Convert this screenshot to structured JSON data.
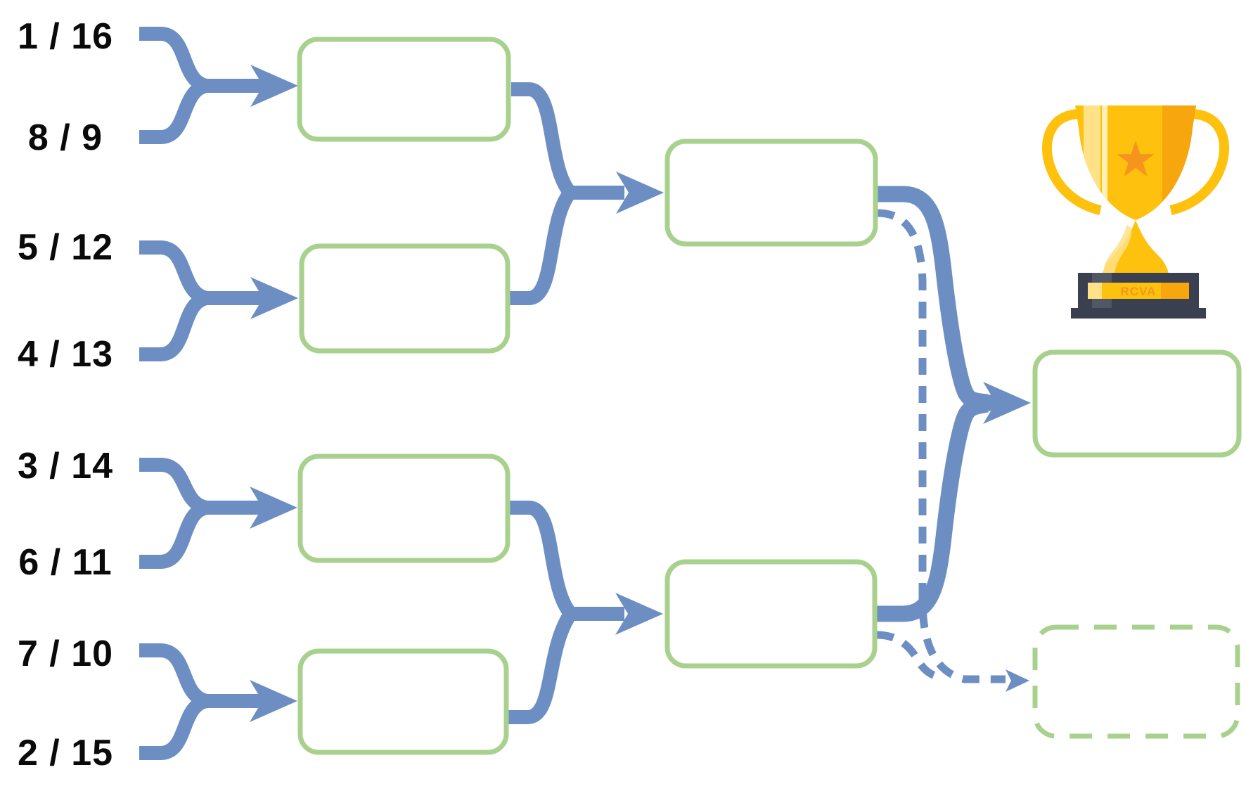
{
  "bracket": {
    "seeds": [
      "1 / 16",
      "8 / 9",
      "5 / 12",
      "4 / 13",
      "3 / 14",
      "6 / 11",
      "7 / 10",
      "2 / 15"
    ],
    "rounds": {
      "quarterfinal_slots": 4,
      "semifinal_slots": 2,
      "final_slots": 1,
      "third_place_slots": 1
    }
  },
  "trophy": {
    "plate_text": "RCVA"
  },
  "colors": {
    "connector_blue": "#6D8EC3",
    "box_green": "#A9D18E",
    "trophy_gold": "#FDC10E",
    "trophy_gold_light": "#FFE187",
    "trophy_orange": "#F7941E",
    "trophy_base_dark": "#3A4050",
    "label_black": "#0A0A0A",
    "background": "#FFFFFF"
  }
}
